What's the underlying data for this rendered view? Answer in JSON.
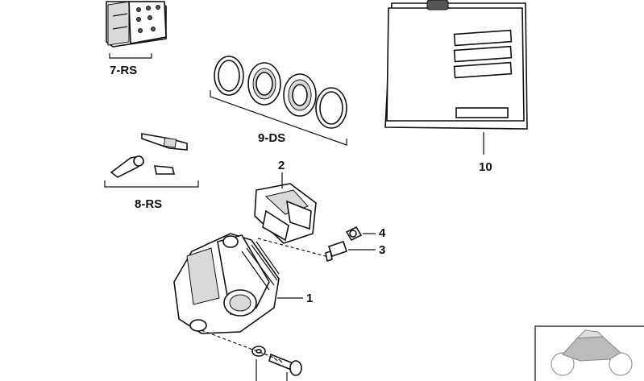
{
  "parts": [
    {
      "id": "7-RS",
      "label": "7-RS",
      "name": "brake-pad-set"
    },
    {
      "id": "9-DS",
      "label": "9-DS",
      "name": "seal-ring-set"
    },
    {
      "id": "8-RS",
      "label": "8-RS",
      "name": "pin-kit"
    },
    {
      "id": "10",
      "label": "10",
      "name": "brake-fluid-can"
    },
    {
      "id": "2",
      "label": "2",
      "name": "brake-pads"
    },
    {
      "id": "4",
      "label": "4",
      "name": "bleed-cap"
    },
    {
      "id": "3",
      "label": "3",
      "name": "bleed-valve"
    },
    {
      "id": "1",
      "label": "1",
      "name": "brake-caliper"
    }
  ],
  "colors": {
    "line": "#111111",
    "shade": "#d9d9d9",
    "background": "#ffffff"
  },
  "icons": {
    "corner_logo": "motorcycle-thumbnail-icon"
  }
}
